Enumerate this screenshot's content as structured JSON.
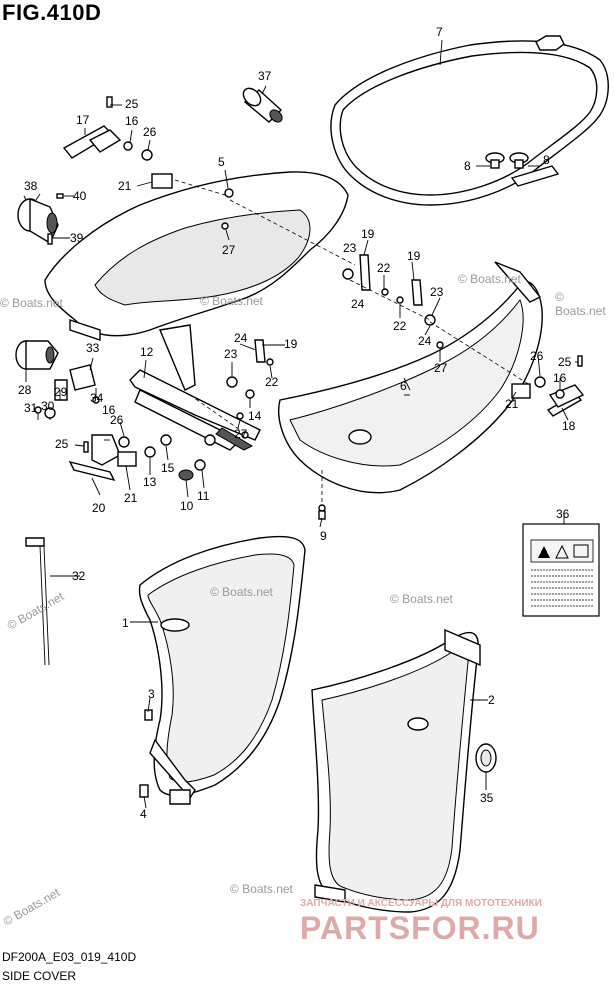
{
  "header": {
    "figure_title": "FIG.410D"
  },
  "footer": {
    "code": "DF200A_E03_019_410D",
    "section_name": "SIDE COVER"
  },
  "watermarks": {
    "boats": "© Boats.net"
  },
  "brand": {
    "tagline": "ЗАПЧАСТИ И АКСЕССУАРЫ ДЛЯ МОТОТЕХНИКИ",
    "name": "PARTSFOR.RU",
    "color": "#e0a9a9"
  },
  "part_numbers": {
    "p1": "1",
    "p2": "2",
    "p3": "3",
    "p4": "4",
    "p5": "5",
    "p6": "6",
    "p7": "7",
    "p8a": "8",
    "p8b": "8",
    "p9": "9",
    "p10": "10",
    "p11": "11",
    "p12": "12",
    "p13": "13",
    "p14": "14",
    "p15": "15",
    "p16a": "16",
    "p16b": "16",
    "p16c": "16",
    "p17": "17",
    "p18": "18",
    "p19a": "19",
    "p19b": "19",
    "p19c": "19",
    "p20": "20",
    "p21a": "21",
    "p21b": "21",
    "p21c": "21",
    "p22a": "22",
    "p22b": "22",
    "p22c": "22",
    "p23a": "23",
    "p23b": "23",
    "p23c": "23",
    "p24a": "24",
    "p24b": "24",
    "p24c": "24",
    "p25a": "25",
    "p25b": "25",
    "p25c": "25",
    "p26a": "26",
    "p26b": "26",
    "p26c": "26",
    "p27a": "27",
    "p27b": "27",
    "p27c": "27",
    "p28": "28",
    "p29": "29",
    "p30": "30",
    "p31": "31",
    "p32": "32",
    "p33": "33",
    "p34": "34",
    "p35": "35",
    "p36": "36",
    "p37": "37",
    "p38": "38",
    "p39": "39",
    "p40": "40"
  }
}
